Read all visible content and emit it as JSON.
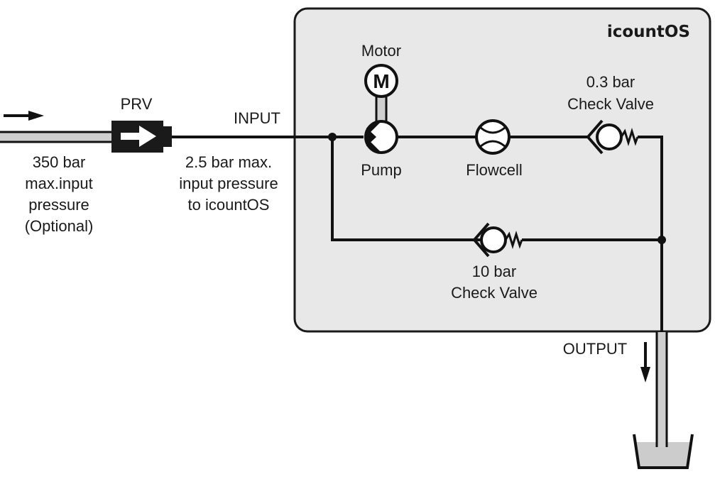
{
  "box_title": "icountOS",
  "colors": {
    "box_fill": "#e8e8e8",
    "box_stroke": "#1a1a1a",
    "line": "#111111",
    "pipe_fill": "#cfcfcf",
    "prv_fill": "#1a1a1a",
    "beaker_liquid": "#cccccc"
  },
  "labels": {
    "motor": "Motor",
    "motor_symbol": "M",
    "prv": "PRV",
    "input": "INPUT",
    "pump": "Pump",
    "flowcell": "Flowcell",
    "check_valve_top": [
      "0.3 bar",
      "Check Valve"
    ],
    "check_valve_bottom": [
      "10 bar",
      "Check Valve"
    ],
    "output": "OUTPUT",
    "input_pressure": [
      "350 bar",
      "max.input",
      "pressure",
      "(Optional)"
    ],
    "regulated_pressure": [
      "2.5 bar max.",
      "input pressure",
      "to icountOS"
    ]
  },
  "icons": [
    "flow-arrow-icon",
    "prv-arrow-icon",
    "motor-icon",
    "pump-icon",
    "flowcell-icon",
    "check-valve-icon",
    "output-arrow-icon",
    "beaker-icon"
  ]
}
